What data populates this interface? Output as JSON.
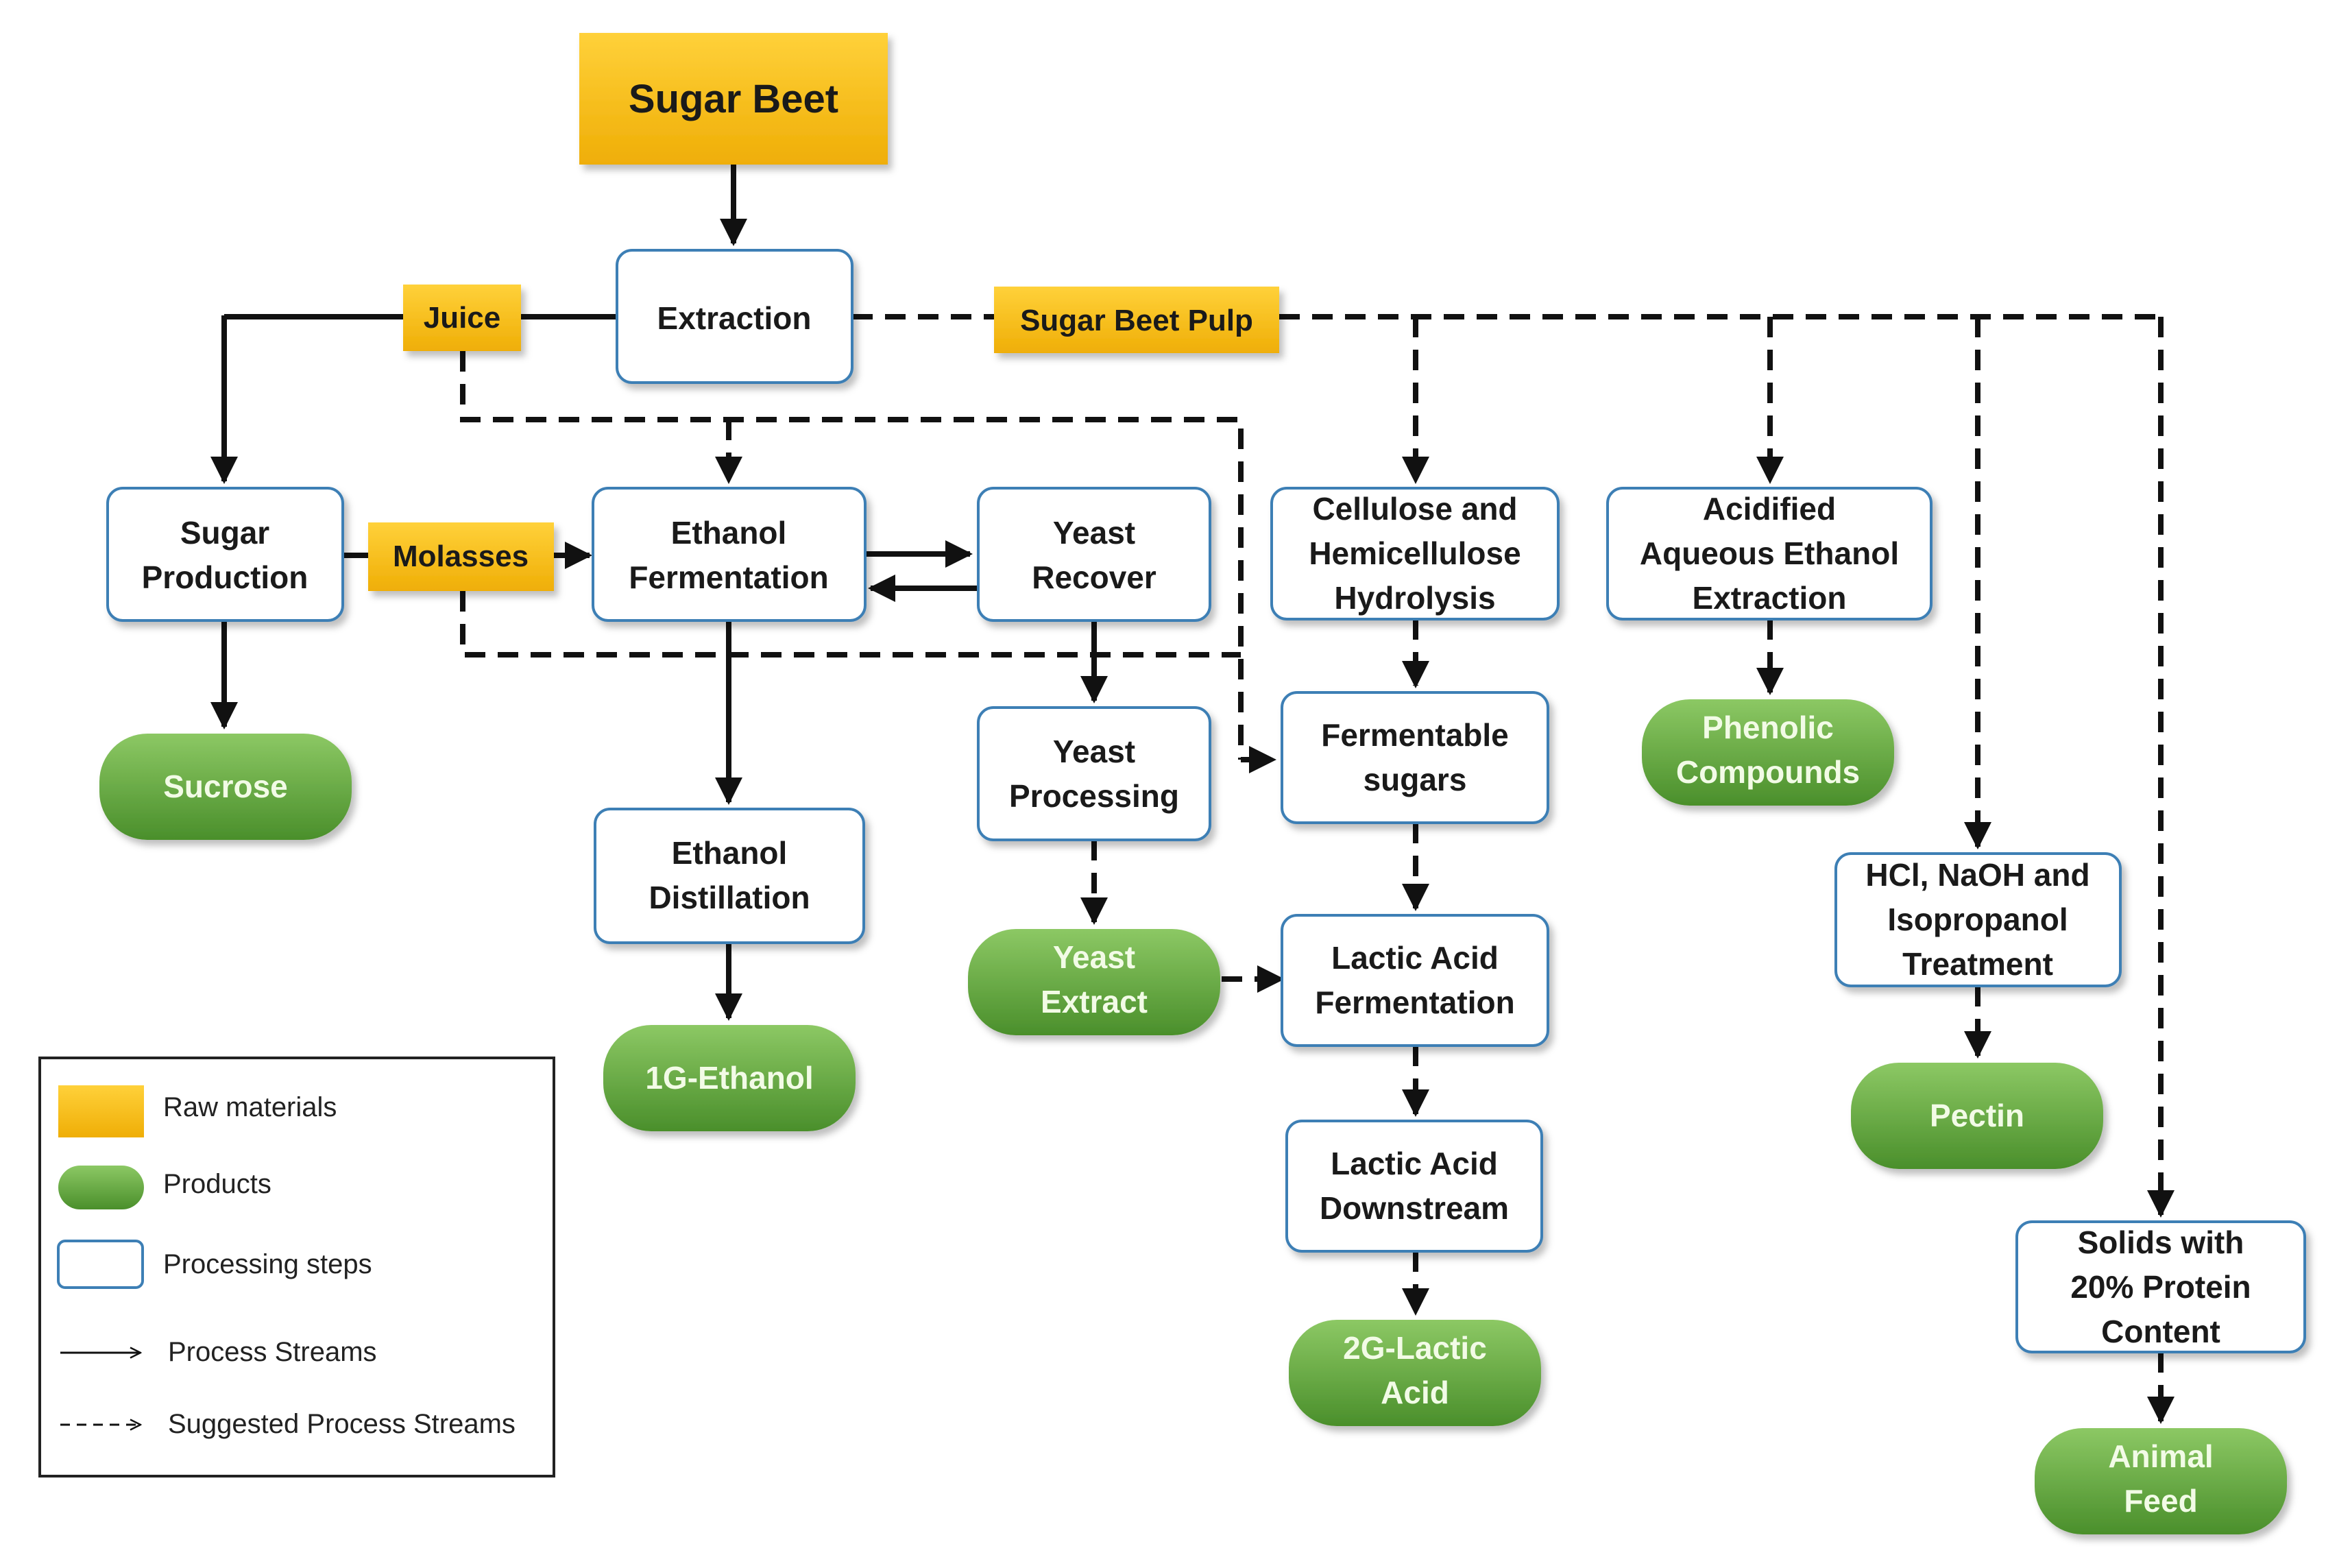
{
  "raw_materials": {
    "sugar_beet": "Sugar Beet",
    "juice": "Juice",
    "sugar_beet_pulp": "Sugar Beet Pulp",
    "molasses": "Molasses"
  },
  "processing_steps": {
    "extraction": "Extraction",
    "sugar_production": [
      "Sugar",
      "Production"
    ],
    "ethanol_fermentation": [
      "Ethanol",
      "Fermentation"
    ],
    "yeast_recover": [
      "Yeast",
      "Recover"
    ],
    "yeast_processing": [
      "Yeast",
      "Processing"
    ],
    "ethanol_distillation": [
      "Ethanol",
      "Distillation"
    ],
    "cellulose_hydrolysis": [
      "Cellulose and",
      "Hemicellulose",
      "Hydrolysis"
    ],
    "fermentable_sugars": [
      "Fermentable",
      "sugars"
    ],
    "lactic_acid_fermentation": [
      "Lactic Acid",
      "Fermentation"
    ],
    "lactic_acid_downstream": [
      "Lactic Acid",
      "Downstream"
    ],
    "acidified_extraction": [
      "Acidified",
      "Aqueous Ethanol",
      "Extraction"
    ],
    "hcl_treatment": [
      "HCl, NaOH and",
      "Isopropanol",
      "Treatment"
    ],
    "solids_protein": [
      "Solids with",
      "20% Protein",
      "Content"
    ]
  },
  "products": {
    "sucrose": "Sucrose",
    "ethanol_1g": "1G-Ethanol",
    "yeast_extract": [
      "Yeast",
      "Extract"
    ],
    "lactic_acid_2g": [
      "2G-Lactic",
      "Acid"
    ],
    "phenolic_compounds": [
      "Phenolic",
      "Compounds"
    ],
    "pectin": "Pectin",
    "animal_feed": [
      "Animal",
      "Feed"
    ]
  },
  "legend": {
    "raw_materials": "Raw materials",
    "products": "Products",
    "processing_steps": "Processing steps",
    "process_streams": "Process Streams",
    "suggested_streams": "Suggested Process Streams"
  },
  "colors": {
    "raw_fill": "#f5bb13",
    "product_fill": "#63a73c",
    "step_border": "#3d7fb5"
  }
}
